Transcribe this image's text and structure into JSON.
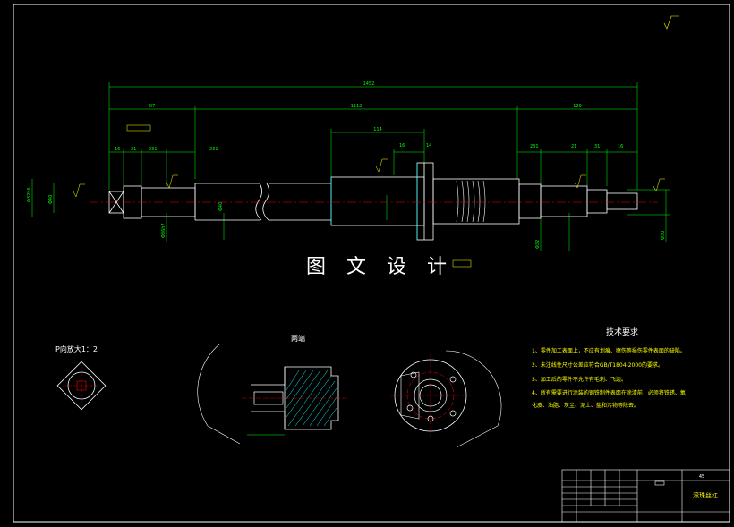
{
  "drawing": {
    "title_watermark": "图 文 设 计",
    "overall_length": "1452",
    "dims_top": {
      "left_segment": "97",
      "middle_segment": "1112",
      "right_segment": "129",
      "nut_width": "114"
    },
    "dims_small": [
      "16",
      "21",
      "231",
      "231",
      "16",
      "14",
      "231",
      "21",
      "31",
      "16"
    ],
    "dims_vertical": [
      "Φ32h6",
      "Φ40",
      "Φ36h7",
      "Φ40",
      "Φ32",
      "Φ30"
    ]
  },
  "sections": {
    "detail_p": "P向放大1：2",
    "end_view": "两端"
  },
  "tech_requirements": {
    "heading": "技术要求",
    "items": [
      "1、零件加工表面上，不应有划痕、擦伤等损伤零件表面的缺陷。",
      "2、未注线性尺寸公差应符合GB/T1804-2000的要求。",
      "3、加工后的零件不允许有毛刺、飞边。",
      "4、所有需要进行涂装的钢铁制件表面在涂漆前，必须将铁锈、氧",
      "   化皮、油脂、灰尘、泥土、盐和污物等除去。"
    ]
  },
  "title_block": {
    "part_name": "滚珠丝杠",
    "material": "45"
  },
  "colors": {
    "background": "#000000",
    "outline": "#ffffff",
    "dimension": "#00ff00",
    "centerline": "#ff0000",
    "hatch": "#00ffff",
    "text_note": "#ffff00"
  }
}
